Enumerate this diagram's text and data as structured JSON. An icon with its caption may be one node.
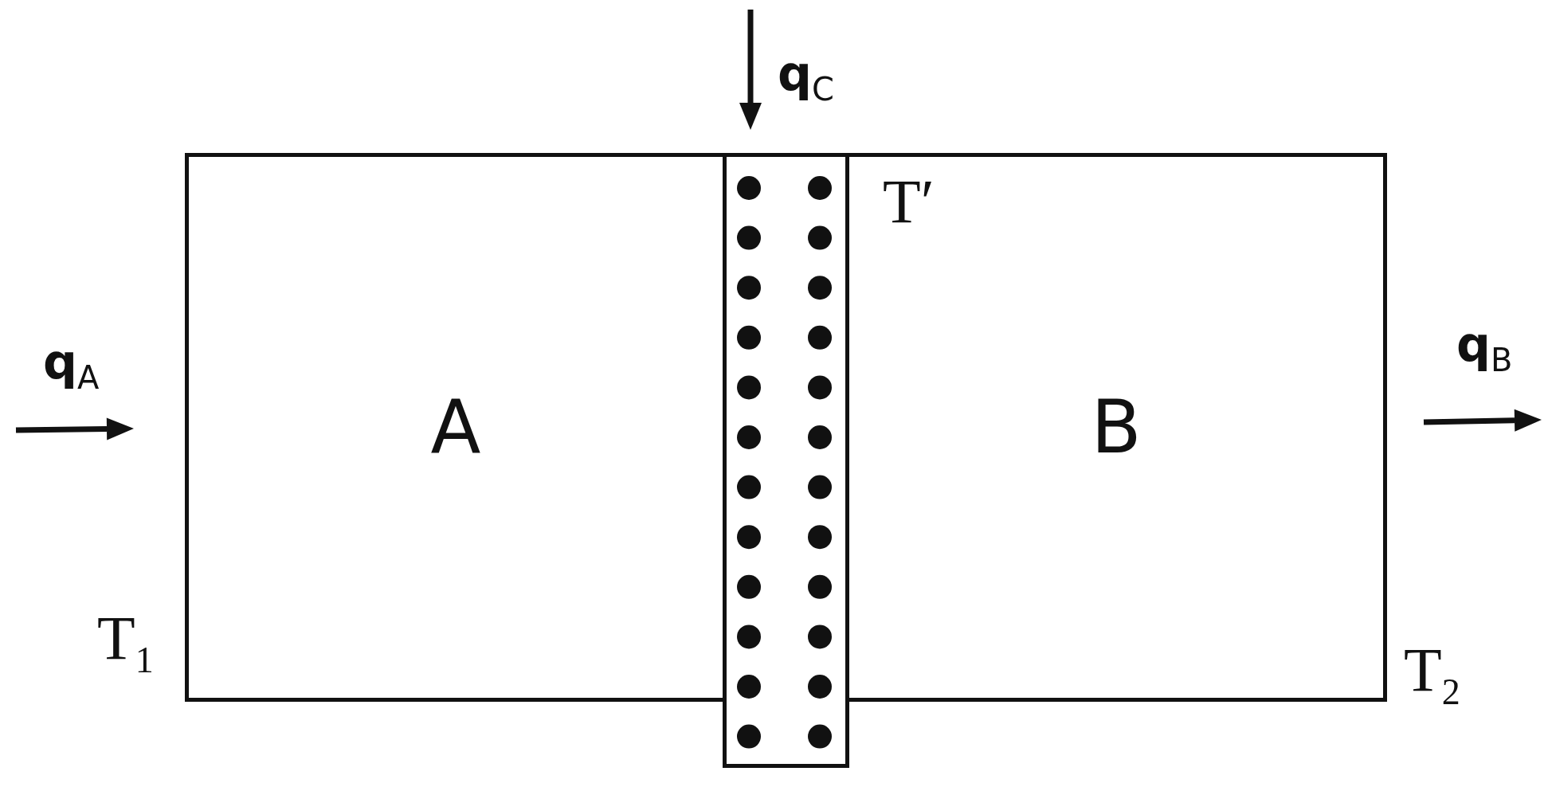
{
  "diagram": {
    "nodes": [
      {
        "text": [
          "A"
        ],
        "beside": [
          "T$_{1}$"
        ]
      },
      {
        "text": [],
        "shape": "box"
      },
      {
        "text": [
          "B"
        ],
        "beside": [
          "T$_{2}$"
        ]
      }
    ],
    "labels": [
      "**q**$_{C}$",
      "T′",
      "**q**$_{A}$",
      "**q**$_{B}$"
    ]
  }
}
